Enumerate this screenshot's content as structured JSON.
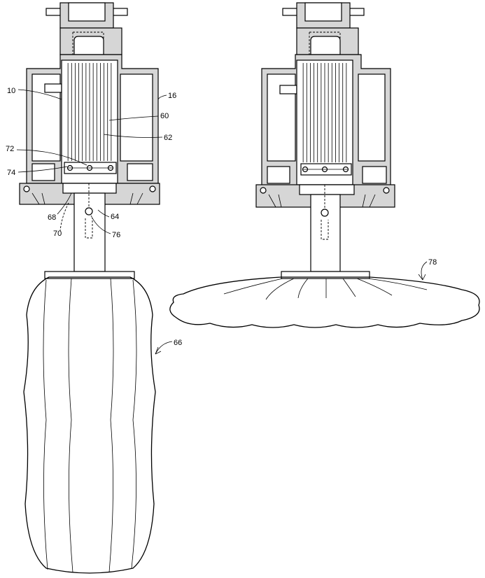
{
  "colors": {
    "line": "#000000",
    "housing_fill": "#d6d6d6",
    "background": "#ffffff"
  },
  "labels": {
    "r10": "10",
    "r16": "16",
    "r60": "60",
    "r62": "62",
    "r72": "72",
    "r74": "74",
    "r68": "68",
    "r64": "64",
    "r70": "70",
    "r76": "76",
    "r66": "66",
    "r78": "78"
  }
}
